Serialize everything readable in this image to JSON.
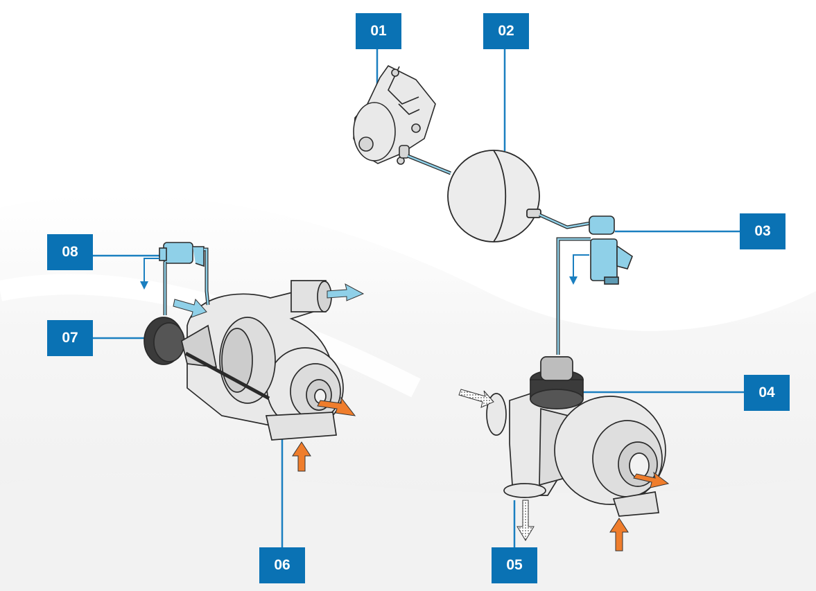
{
  "callouts": [
    "01",
    "02",
    "03",
    "04",
    "05",
    "06",
    "07",
    "08"
  ],
  "colors": {
    "callout_bg": "#0a72b4",
    "leader": "#1a7fc0",
    "component_fill": "#e9e9e9",
    "component_stroke": "#2a2a2a",
    "pneumatic_fill": "#8fd0e8",
    "arrow_orange": "#ef7d2c",
    "arrow_blue": "#8fd0e8",
    "arrow_white": "#ffffff"
  }
}
